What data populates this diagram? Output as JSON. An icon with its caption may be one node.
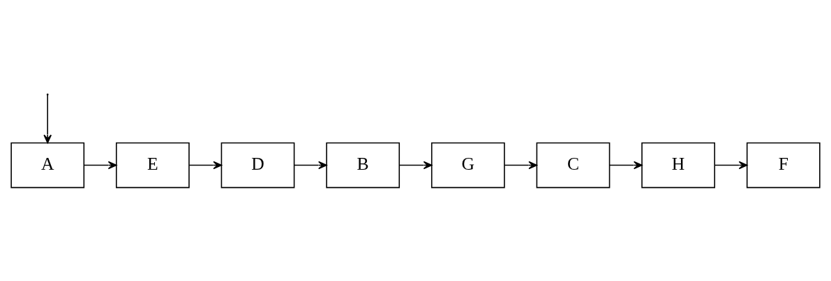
{
  "diagram": {
    "nodes": [
      {
        "text": [
          "A"
        ]
      },
      {
        "text": [
          "B"
        ]
      },
      {
        "text": [
          "C"
        ]
      },
      {
        "text": [
          "D"
        ]
      },
      {
        "text": [
          "E"
        ]
      },
      {
        "text": [
          "F"
        ]
      },
      {
        "text": [
          "G"
        ]
      },
      {
        "text": [
          "H"
        ]
      }
    ],
    "edges": [
      {
        "from": null,
        "to": 0,
        "arrow": "to"
      },
      {
        "from": 0,
        "to": 4,
        "arrow": "to"
      },
      {
        "from": 3,
        "to": 1,
        "arrow": "to"
      },
      {
        "from": 6,
        "to": 2,
        "arrow": "to"
      },
      {
        "from": 7,
        "to": 5,
        "arrow": "to"
      },
      {
        "from": 4,
        "to": 3,
        "arrow": "to"
      },
      {
        "from": 1,
        "to": 6,
        "arrow": "to"
      },
      {
        "from": 2,
        "to": 7,
        "arrow": "to"
      }
    ]
  }
}
